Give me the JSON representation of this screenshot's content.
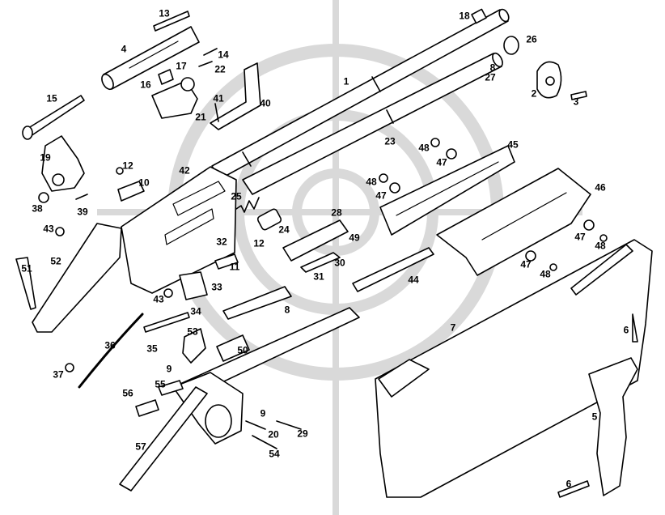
{
  "diagram": {
    "kind": "exploded parts view",
    "colors": {
      "background": "#ffffff",
      "ink": "#000000",
      "watermark": "#d9d9d9"
    },
    "watermark_icon": "crosshair-target-icon",
    "part_labels": [
      "1",
      "2",
      "3",
      "4",
      "5",
      "6",
      "6",
      "7",
      "8",
      "8",
      "9",
      "9",
      "10",
      "11",
      "12",
      "12",
      "13",
      "14",
      "15",
      "16",
      "17",
      "18",
      "19",
      "20",
      "21",
      "22",
      "23",
      "24",
      "25",
      "26",
      "27",
      "28",
      "29",
      "30",
      "31",
      "32",
      "33",
      "34",
      "35",
      "36",
      "37",
      "38",
      "39",
      "40",
      "41",
      "42",
      "43",
      "43",
      "44",
      "45",
      "46",
      "47",
      "47",
      "47",
      "47",
      "48",
      "48",
      "48",
      "48",
      "49",
      "50",
      "51",
      "52",
      "53",
      "54",
      "55",
      "56",
      "57"
    ]
  }
}
